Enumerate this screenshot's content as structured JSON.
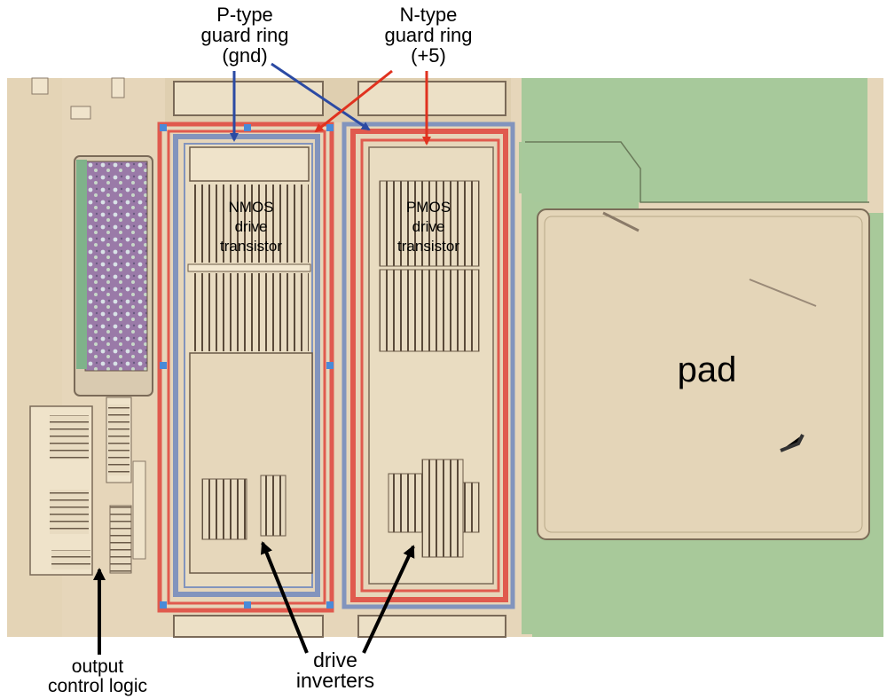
{
  "labels": {
    "p_type_line1": "P-type",
    "p_type_line2": "guard ring",
    "p_type_line3": "(gnd)",
    "n_type_line1": "N-type",
    "n_type_line2": "guard ring",
    "n_type_line3": "(+5)",
    "nmos_line1": "NMOS",
    "nmos_line2": "drive",
    "nmos_line3": "transistor",
    "pmos_line1": "PMOS",
    "pmos_line2": "drive",
    "pmos_line3": "transistor",
    "pad": "pad",
    "drive_inv_line1": "drive",
    "drive_inv_line2": "inverters",
    "output_line1": "output",
    "output_line2": "control logic"
  },
  "colors": {
    "die_background": "#e6d6ba",
    "metal_green": "#a8c99a",
    "p_guard_ring": "#8294bd",
    "n_guard_ring": "#e05a4e",
    "arrow_blue": "#2b4aa3",
    "arrow_red": "#e0321f",
    "arrow_black": "#000000"
  }
}
